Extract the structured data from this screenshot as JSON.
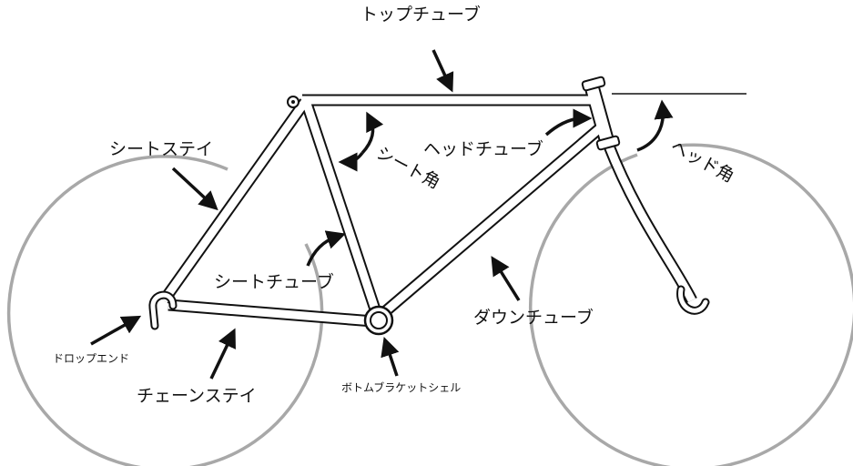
{
  "title": "Bicycle frame parts diagram",
  "labels": {
    "top_tube": "トップチューブ",
    "seat_stay": "シートステイ",
    "seat_angle": "シート角",
    "head_tube": "ヘッドチューブ",
    "head_angle": "ヘッド角",
    "seat_tube": "シートチューブ",
    "down_tube": "ダウンチューブ",
    "drop_end": "ドロップエンド",
    "chain_stay": "チェーンステイ",
    "bottom_bracket_shell": "ボトムブラケットシェル"
  },
  "colors": {
    "frame": "#111111",
    "wheel": "#a8a8a8"
  }
}
